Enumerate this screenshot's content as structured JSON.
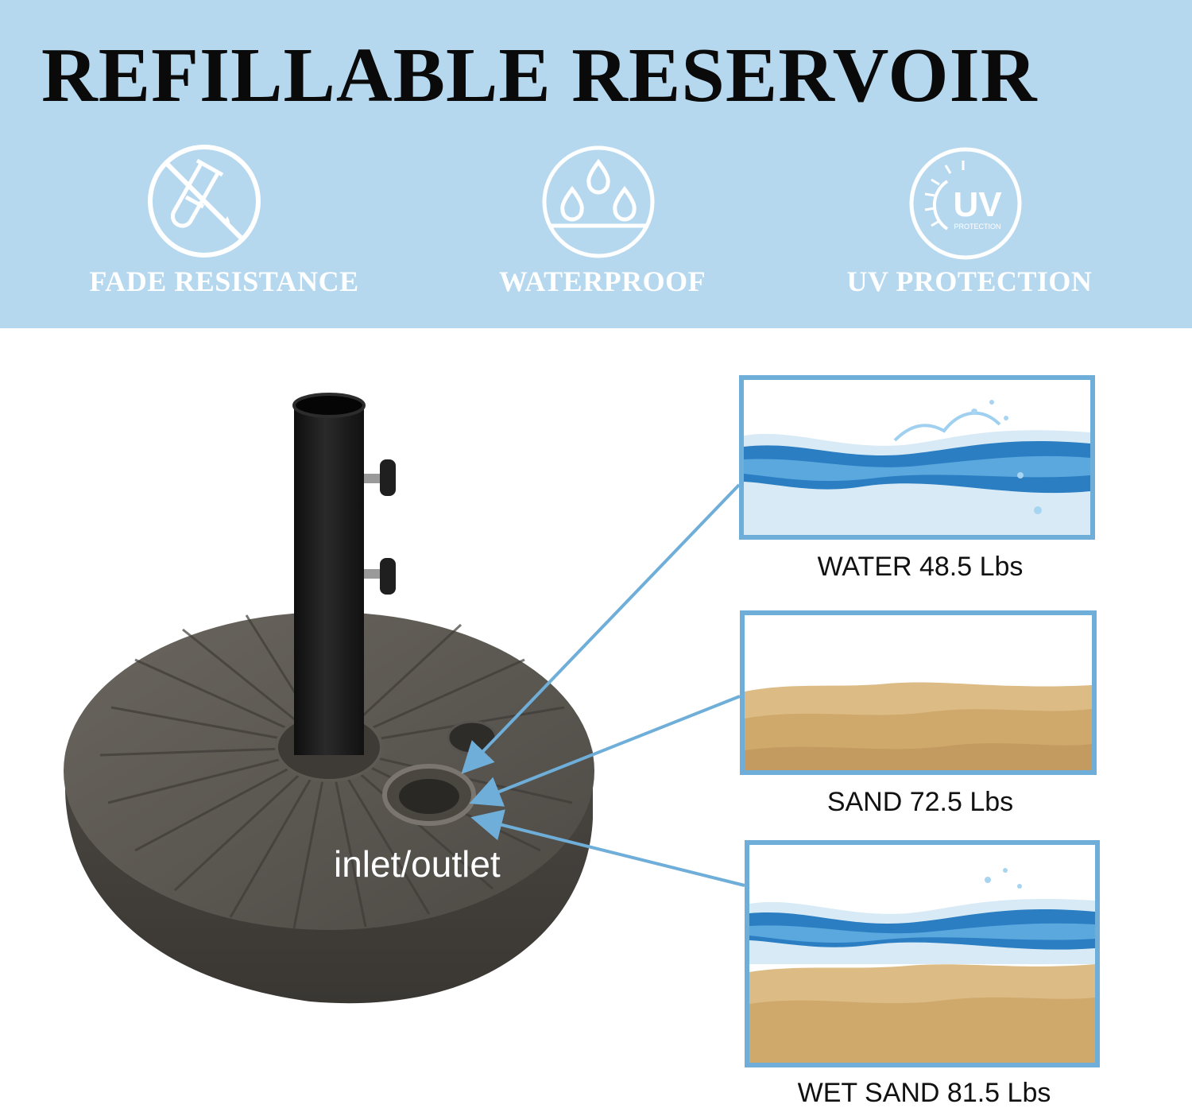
{
  "headline": "REFILLABLE RESERVOIR",
  "features": [
    {
      "label": "FADE RESISTANCE",
      "icon": "no-chemicals-icon"
    },
    {
      "label": "WATERPROOF",
      "icon": "water-drops-icon"
    },
    {
      "label": "UV PROTECTION",
      "icon": "uv-sun-icon",
      "badge_text": "UV",
      "badge_subtext": "PROTECTION"
    }
  ],
  "product": {
    "name": "umbrella-base",
    "inlet_label": "inlet/outlet"
  },
  "fill_options": [
    {
      "caption": "WATER 48.5 Lbs",
      "image": "water-wave"
    },
    {
      "caption": "SAND 72.5 Lbs",
      "image": "sand-dunes"
    },
    {
      "caption": "WET SAND 81.5 Lbs",
      "image": "water-over-sand"
    }
  ],
  "colors": {
    "banner": "#b6d8ef",
    "headline": "#0a0a0a",
    "feature_text": "#ffffff",
    "panel_border": "#6eaed8",
    "pointer_line": "#6eaed8",
    "base_body": "#55514c",
    "pole": "#1b1b1b"
  }
}
